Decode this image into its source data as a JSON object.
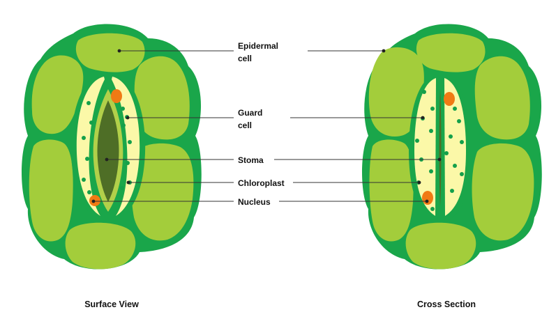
{
  "labels": {
    "epidermal_line1": "Epidermal",
    "epidermal_line2": "cell",
    "guard_line1": "Guard",
    "guard_line2": "cell",
    "stoma": "Stoma",
    "chloroplast": "Chloroplast",
    "nucleus": "Nucleus"
  },
  "captions": {
    "left": "Surface View",
    "right": "Cross Section"
  },
  "colors": {
    "cell_outline": "#1aa64a",
    "cell_fill": "#a3cd3b",
    "guard_fill": "#fbf8a8",
    "guard_inner": "#b2d04a",
    "stoma_pore": "#4e6e26",
    "chloroplast": "#14a04a",
    "nucleus": "#f07a14",
    "leader_line": "#333333"
  }
}
